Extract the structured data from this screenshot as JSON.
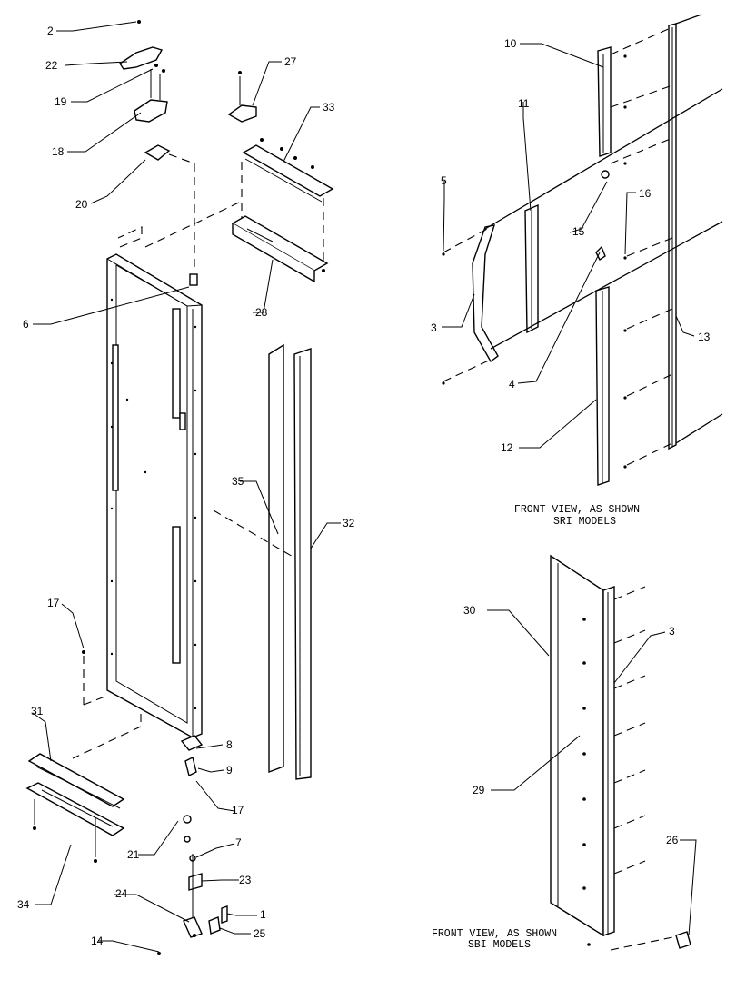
{
  "callouts": [
    "2",
    "22",
    "19",
    "18",
    "20",
    "6",
    "17",
    "31",
    "34",
    "21",
    "24",
    "14",
    "8",
    "9",
    "17",
    "7",
    "23",
    "1",
    "25",
    "27",
    "33",
    "28",
    "35",
    "32",
    "10",
    "11",
    "5",
    "15",
    "16",
    "3",
    "4",
    "13",
    "12",
    "30",
    "3",
    "29",
    "26"
  ],
  "captions": {
    "sri_line1": "FRONT VIEW, AS SHOWN",
    "sri_line2": "SRI MODELS",
    "sbi_line1": "FRONT VIEW, AS SHOWN",
    "sbi_line2": "SBI MODELS"
  }
}
